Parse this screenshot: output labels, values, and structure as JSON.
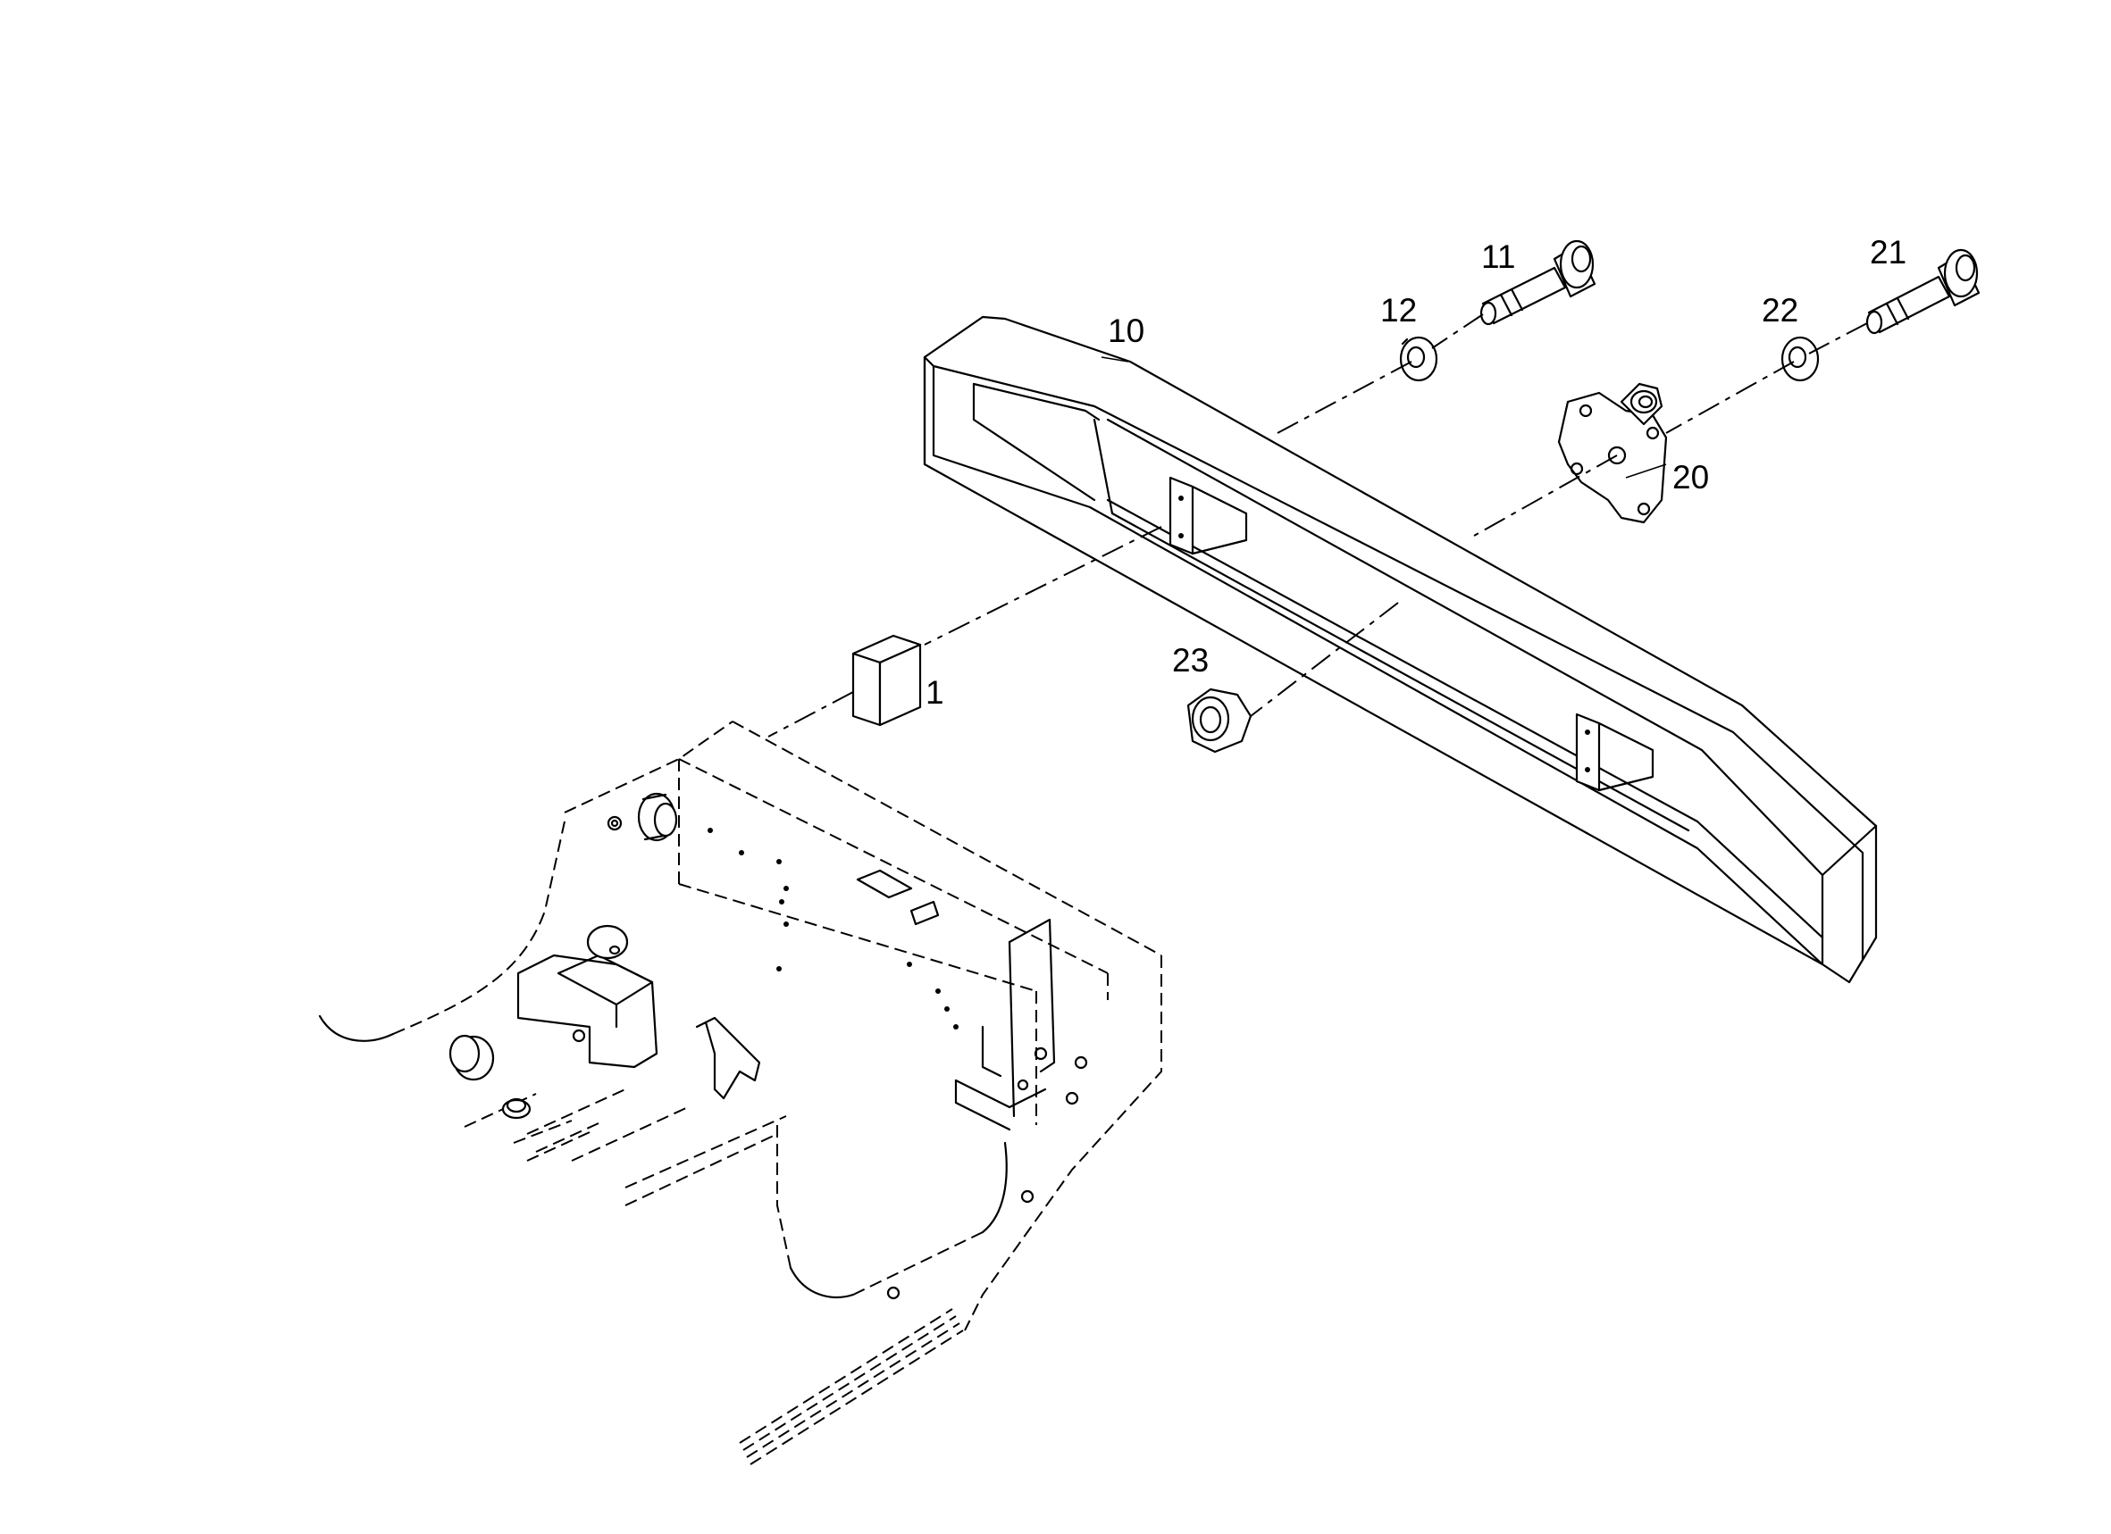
{
  "parts": [
    {
      "id": "p1",
      "label": "1"
    },
    {
      "id": "p10",
      "label": "10"
    },
    {
      "id": "p11",
      "label": "11"
    },
    {
      "id": "p12",
      "label": "12"
    },
    {
      "id": "p20",
      "label": "20"
    },
    {
      "id": "p21",
      "label": "21"
    },
    {
      "id": "p22",
      "label": "22"
    },
    {
      "id": "p23",
      "label": "23"
    }
  ]
}
